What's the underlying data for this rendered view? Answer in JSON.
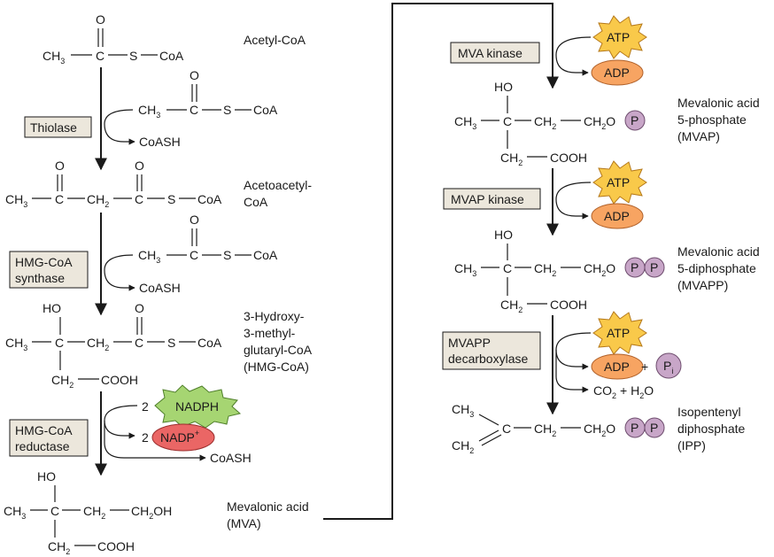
{
  "acetyl_coa": {
    "name": "Acetyl-CoA",
    "o": "O",
    "ch3": "CH",
    "ch3_sub": "3",
    "c": "C",
    "s": "S",
    "coa": "CoA"
  },
  "thiolase": {
    "enzyme": "Thiolase",
    "in_o": "O",
    "in_ch3": "CH",
    "in_ch3_sub": "3",
    "in_c": "C",
    "in_s": "S",
    "in_coa": "CoA",
    "out": "CoASH"
  },
  "acetoacetyl_coa": {
    "name_l1": "Acetoacetyl-",
    "name_l2": "CoA",
    "o1": "O",
    "o2": "O",
    "ch3": "CH",
    "ch3_sub": "3",
    "c1": "C",
    "ch2": "CH",
    "ch2_sub": "2",
    "c2": "C",
    "s": "S",
    "coa": "CoA"
  },
  "hmg_synthase": {
    "enzyme_l1": "HMG-CoA",
    "enzyme_l2": "synthase",
    "in_o": "O",
    "in_ch3": "CH",
    "in_ch3_sub": "3",
    "in_c": "C",
    "in_s": "S",
    "in_coa": "CoA",
    "out": "CoASH"
  },
  "hmg_coa": {
    "name_l1": "3-Hydroxy-",
    "name_l2": "3-methyl-",
    "name_l3": "glutaryl-CoA",
    "name_l4": "(HMG-CoA)",
    "ho": "HO",
    "o": "O",
    "ch3": "CH",
    "ch3_sub": "3",
    "c1": "C",
    "ch2a": "CH",
    "ch2a_sub": "2",
    "c2": "C",
    "s": "S",
    "coa": "CoA",
    "ch2b": "CH",
    "ch2b_sub": "2",
    "cooh": "COOH"
  },
  "hmg_reductase": {
    "enzyme_l1": "HMG-CoA",
    "enzyme_l2": "reductase",
    "coef_in": "2",
    "nadph": "NADPH",
    "coef_out": "2",
    "nadp": "NADP",
    "nadp_sup": "+",
    "out": "CoASH"
  },
  "mva": {
    "name_l1": "Mevalonic acid",
    "name_l2": "(MVA)",
    "ho": "HO",
    "ch3": "CH",
    "ch3_sub": "3",
    "c": "C",
    "ch2a": "CH",
    "ch2a_sub": "2",
    "ch2oh": "CH",
    "ch2oh_sub": "2",
    "ch2oh_tail": "OH",
    "ch2b": "CH",
    "ch2b_sub": "2",
    "cooh": "COOH"
  },
  "mva_kinase": {
    "enzyme": "MVA kinase",
    "atp": "ATP",
    "adp": "ADP"
  },
  "mvap": {
    "name_l1": "Mevalonic acid",
    "name_l2": "5-phosphate",
    "name_l3": "(MVAP)",
    "ho": "HO",
    "ch3": "CH",
    "ch3_sub": "3",
    "c": "C",
    "ch2a": "CH",
    "ch2a_sub": "2",
    "ch2o": "CH",
    "ch2o_sub": "2",
    "ch2o_tail": "O",
    "p": "P",
    "ch2b": "CH",
    "ch2b_sub": "2",
    "cooh": "COOH"
  },
  "mvap_kinase": {
    "enzyme": "MVAP kinase",
    "atp": "ATP",
    "adp": "ADP"
  },
  "mvapp": {
    "name_l1": "Mevalonic acid",
    "name_l2": "5-diphosphate",
    "name_l3": "(MVAPP)",
    "ho": "HO",
    "ch3": "CH",
    "ch3_sub": "3",
    "c": "C",
    "ch2a": "CH",
    "ch2a_sub": "2",
    "ch2o": "CH",
    "ch2o_sub": "2",
    "ch2o_tail": "O",
    "p1": "P",
    "p2": "P",
    "ch2b": "CH",
    "ch2b_sub": "2",
    "cooh": "COOH"
  },
  "mvapp_decarboxylase": {
    "enzyme_l1": "MVAPP",
    "enzyme_l2": "decarboxylase",
    "atp": "ATP",
    "adp": "ADP",
    "plus": "+",
    "pi": "P",
    "pi_sub": "i",
    "co2": "CO",
    "co2_sub": "2",
    "plus2": "+ H",
    "h2o_sub": "2",
    "h2o_tail": "O"
  },
  "ipp": {
    "name_l1": "Isopentenyl",
    "name_l2": "diphosphate",
    "name_l3": "(IPP)",
    "ch3": "CH",
    "ch3_sub": "3",
    "ch2_top": "CH",
    "ch2_top_sub": "2",
    "c": "C",
    "ch2a": "CH",
    "ch2a_sub": "2",
    "ch2o": "CH",
    "ch2o_sub": "2",
    "ch2o_tail": "O",
    "p1": "P",
    "p2": "P"
  },
  "colors": {
    "enzyme_box": "#ece7dc",
    "atp": "#f9c94a",
    "adp": "#f7a462",
    "nadph": "#a6d572",
    "nadp": "#ea6665",
    "phosphate": "#c8a6c8"
  }
}
